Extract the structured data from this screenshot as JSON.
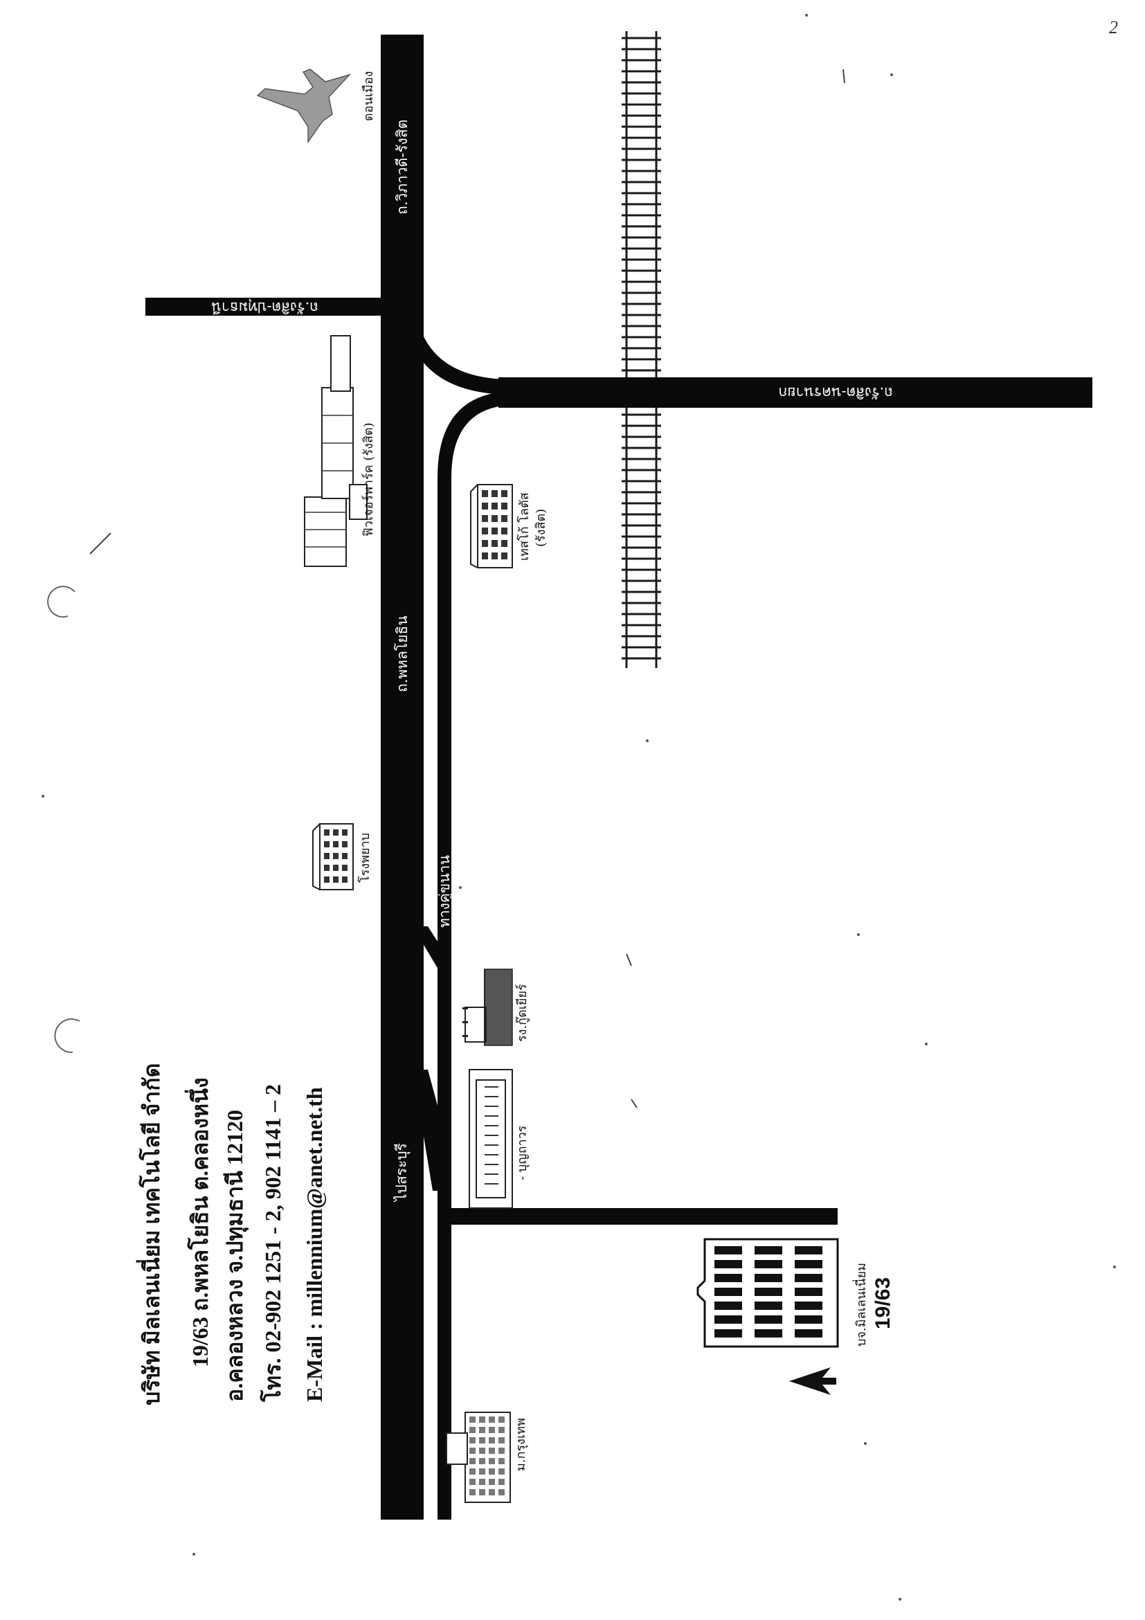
{
  "page_number": "2",
  "roads": {
    "phahon_yothin": "ถ.พหลโยธิน",
    "vibhavadi": "ถ.วิภาวดี-รังสิต",
    "rangsit_nakhon_nayok": "ถ.รังสิต-นครนายก",
    "rangsit_pathum_thani": "ถ.รังสิต-ปทุมธานี",
    "frontage": "ทางคู่ขนาน",
    "to_saraburi": "ไปสระบุรี"
  },
  "landmarks": {
    "don_mueang": "ดอนเมือง",
    "future_park": "ฟิวเจอร์พาร์ค (รังสิต)",
    "tesco_lotus": "เทสโก้ โลตัส",
    "tesco_lotus_branch": "(รังสิต)",
    "hospital": "โรงพยาบ",
    "goodyear": "รง.กู๊ดเยียร์",
    "warehouse": "- บุญถาวร",
    "bangkok_university": "ม.กรุงเทพ",
    "company_building": "บจ.มิลเลนเนี่ยม",
    "company_number": "19/63"
  },
  "address": {
    "line1": "บริษัท  มิลเลนเนี่ยม เทคโนโลยี  จำกัด",
    "line2": "19/63  ถ.พหลโยธิน  ต.คลองหนึ่ง",
    "line3": "อ.คลองหลวง  จ.ปทุมธานี  12120",
    "line4": "โทร. 02-902 1251 - 2, 902 1141 – 2",
    "line5": "E-Mail : millennium@anet.net.th"
  },
  "icons": {
    "airplane": "airplane-icon",
    "north_arrow": "north-arrow-icon"
  }
}
